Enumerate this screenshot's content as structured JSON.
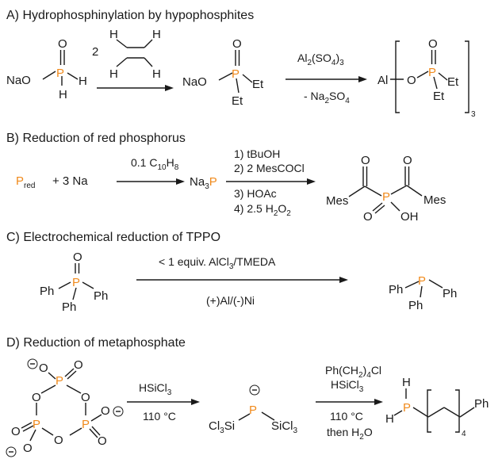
{
  "sections": {
    "a": {
      "title": "A) Hydrophosphinylation by hypophosphites",
      "na_o": "NaO",
      "p": "P",
      "o": "O",
      "h": "H",
      "et": "Et",
      "al": "Al",
      "coef_2": "2",
      "reagent_al2": "Al",
      "reagent_sub2": "2",
      "reagent_so4": "(SO",
      "reagent_sub4": "4",
      "reagent_close3": ")",
      "reagent_sub3": "3",
      "byproduct_na2so4": "- Na",
      "byproduct_sub2": "2",
      "byproduct_so4": "SO",
      "byproduct_sub4": "4",
      "bracket_sub3": "3"
    },
    "b": {
      "title": "B) Reduction of red phosphorus",
      "p_red_P": "P",
      "p_red_sub": "red",
      "plus_3na": "+ 3 Na",
      "cat_coef": "0.1 C",
      "cat_sub10": "10",
      "cat_h": "H",
      "cat_sub8": "8",
      "na3": "Na",
      "na3_sub": "3",
      "step1": "1) tBuOH",
      "step2": "2) 2 MesCOCl",
      "step3": "3) HOAc",
      "step4": "4) 2.5 H",
      "step4_sub2": "2",
      "step4_o": "O",
      "step4_sub2b": "2",
      "mes": "Mes",
      "oh": "OH"
    },
    "c": {
      "title": "C) Electrochemical reduction of TPPO",
      "ph": "Ph",
      "reagent": "< 1 equiv. AlCl",
      "reagent_sub3": "3",
      "reagent_tmeda": "/TMEDA",
      "electrodes": "(+)Al/(-)Ni"
    },
    "d": {
      "title": "D) Reduction of metaphosphate",
      "hsicl": "HSiCl",
      "hsicl_sub3": "3",
      "temp": "110 °C",
      "cl3si": "Cl",
      "cl3si_sub3": "3",
      "cl3si_si": "Si",
      "sicl": "SiCl",
      "sicl_sub3": "3",
      "reagent_ph": "Ph(CH",
      "reagent_sub2": "2",
      "reagent_close": ")",
      "reagent_sub4": "4",
      "reagent_cl": "Cl",
      "then_h2o": "then H",
      "then_sub2": "2",
      "then_o": "O",
      "chain_sub4": "4"
    }
  }
}
